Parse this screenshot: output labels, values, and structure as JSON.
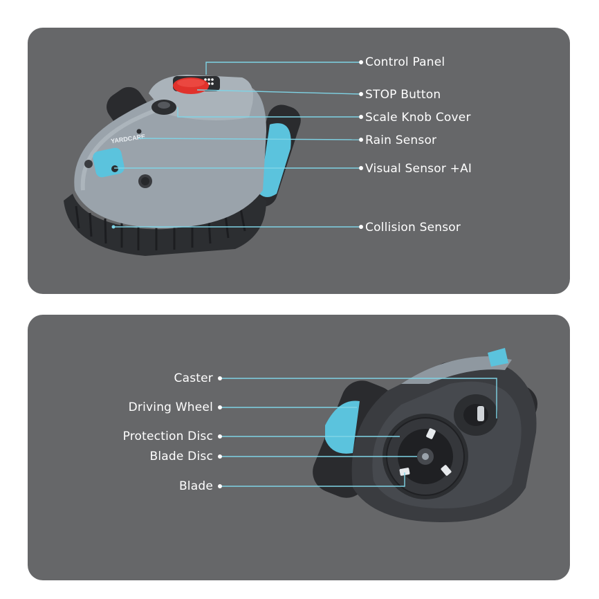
{
  "colors": {
    "panel_bg": "#666769",
    "callout_line": "#7fd4e6",
    "accent": "#5bc3dd",
    "body_gray": "#9aa3ab",
    "dark": "#2c2e31",
    "stop_red": "#e0322c"
  },
  "top_view": {
    "brand_mark": "YARDCARE",
    "callouts": [
      "Control Panel",
      "STOP Button",
      "Scale Knob Cover",
      "Rain Sensor",
      "Visual Sensor +AI",
      "Collision Sensor"
    ]
  },
  "bottom_view": {
    "callouts": [
      "Caster",
      "Driving Wheel",
      "Protection Disc",
      "Blade Disc",
      "Blade"
    ]
  }
}
